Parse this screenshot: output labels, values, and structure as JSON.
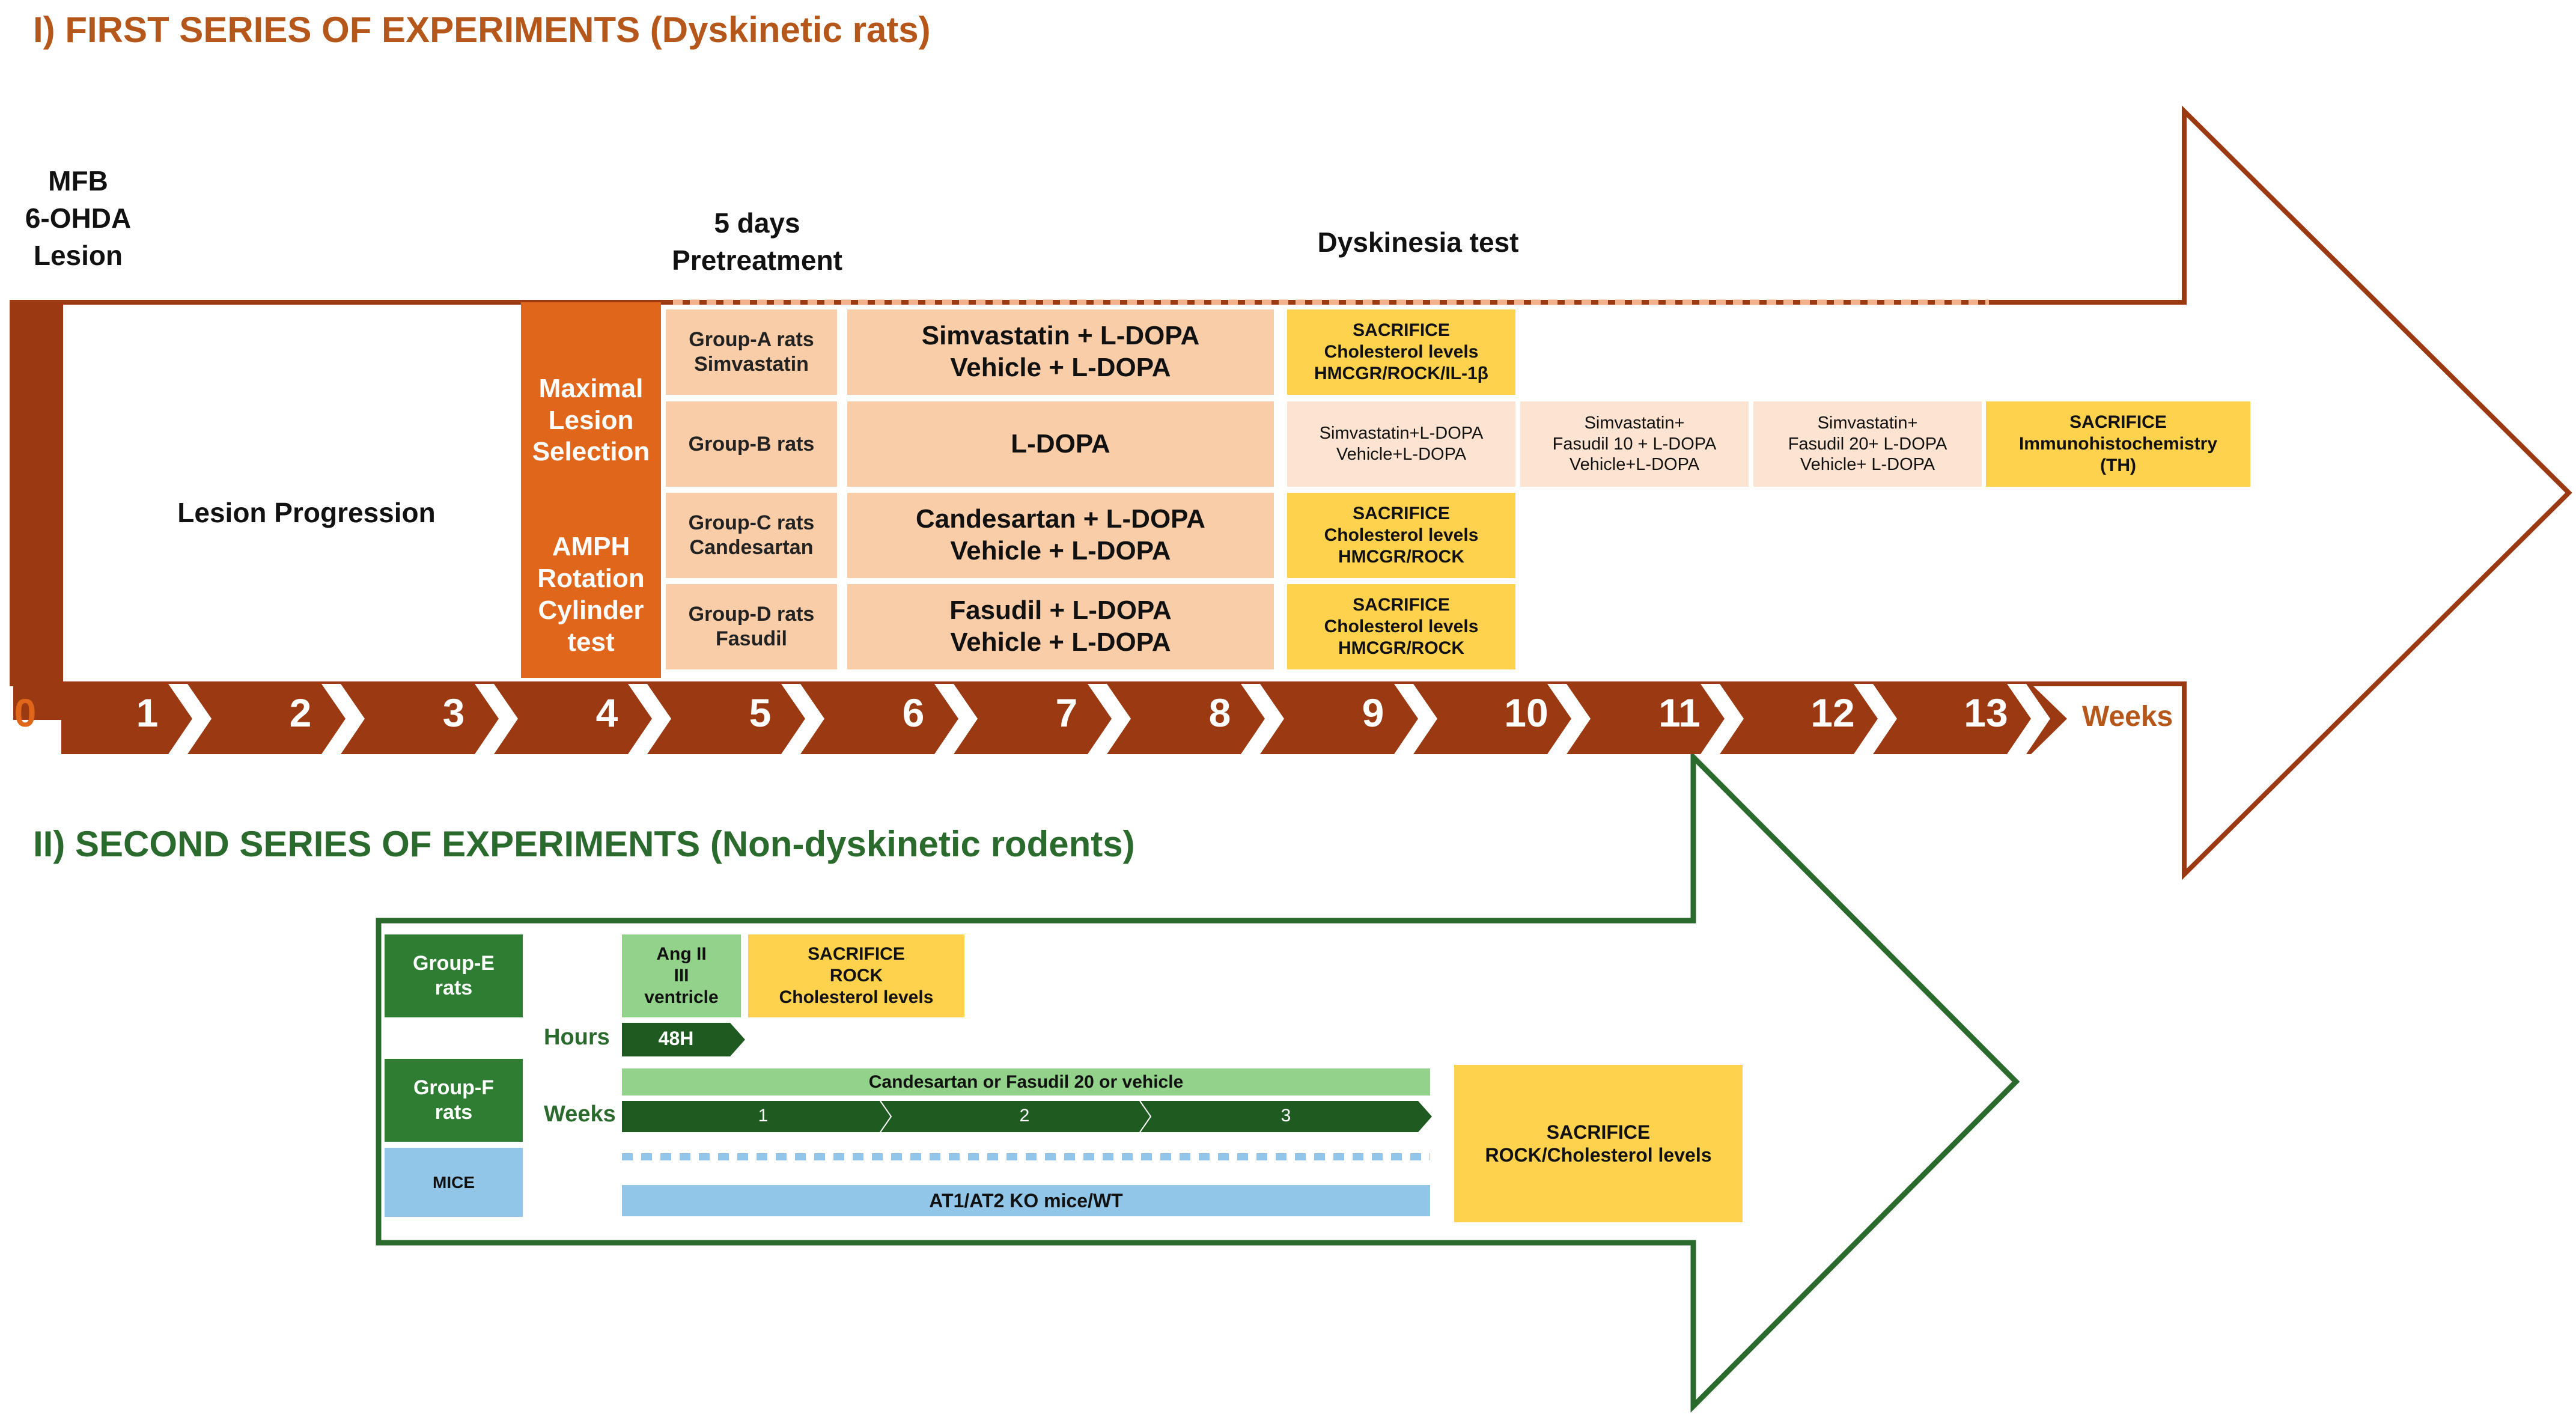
{
  "section1": {
    "title": "I) FIRST SERIES OF EXPERIMENTS (Dyskinetic rats)",
    "lesion_label": "MFB\n6-OHDA\nLesion",
    "pretreatment_label": "5 days\nPretreatment",
    "dyskinesia_label": "Dyskinesia test",
    "lesion_progression": "Lesion Progression",
    "maximal_lesion": "Maximal\nLesion\nSelection",
    "amph_test": "AMPH\nRotation\nCylinder\ntest",
    "groups": [
      {
        "name": "Group-A rats\nSimvastatin",
        "treatment": "Simvastatin + L-DOPA\nVehicle + L-DOPA",
        "sacrifice": "SACRIFICE\nCholesterol levels\nHMCGR/ROCK/IL-1β"
      },
      {
        "name": "Group-B rats",
        "treatment": "L-DOPA",
        "sacrifice": ""
      },
      {
        "name": "Group-C rats\nCandesartan",
        "treatment": "Candesartan + L-DOPA\nVehicle + L-DOPA",
        "sacrifice": "SACRIFICE\nCholesterol levels\nHMCGR/ROCK"
      },
      {
        "name": "Group-D rats\nFasudil",
        "treatment": "Fasudil + L-DOPA\nVehicle + L-DOPA",
        "sacrifice": "SACRIFICE\nCholesterol levels\nHMCGR/ROCK"
      }
    ],
    "group_b_followups": [
      "Simvastatin+L-DOPA\nVehicle+L-DOPA",
      "Simvastatin+\nFasudil 10 + L-DOPA\nVehicle+L-DOPA",
      "Simvastatin+\nFasudil 20+ L-DOPA\nVehicle+ L-DOPA"
    ],
    "group_b_sacrifice": "SACRIFICE\nImmunohistochemistry\n(TH)",
    "weeks": [
      "0",
      "1",
      "2",
      "3",
      "4",
      "5",
      "6",
      "7",
      "8",
      "9",
      "10",
      "11",
      "12",
      "13"
    ],
    "weeks_label": "Weeks"
  },
  "section2": {
    "title": "II) SECOND SERIES OF EXPERIMENTS (Non-dyskinetic rodents)",
    "group_e": "Group-E\nrats",
    "group_f": "Group-F\nrats",
    "mice": "MICE",
    "ang_ii": "Ang II\nIII\nventricle",
    "sacrifice_e": "SACRIFICE\nROCK\nCholesterol levels",
    "hours_label": "Hours",
    "hours_value": "48H",
    "weeks_label": "Weeks",
    "treatment_bar": "Candesartan or Fasudil 20 or vehicle",
    "week_ticks": [
      "1",
      "2",
      "3"
    ],
    "mice_bar": "AT1/AT2 KO mice/WT",
    "sacrifice_final": "SACRIFICE\nROCK/Cholesterol levels"
  },
  "colors": {
    "dark_brown": "#9b3a12",
    "orange": "#e0661c",
    "peach": "#f9cda8",
    "yellow": "#ffd24d",
    "dark_green": "#2e7d32",
    "light_green": "#93d28a",
    "light_blue": "#92c6e8"
  }
}
